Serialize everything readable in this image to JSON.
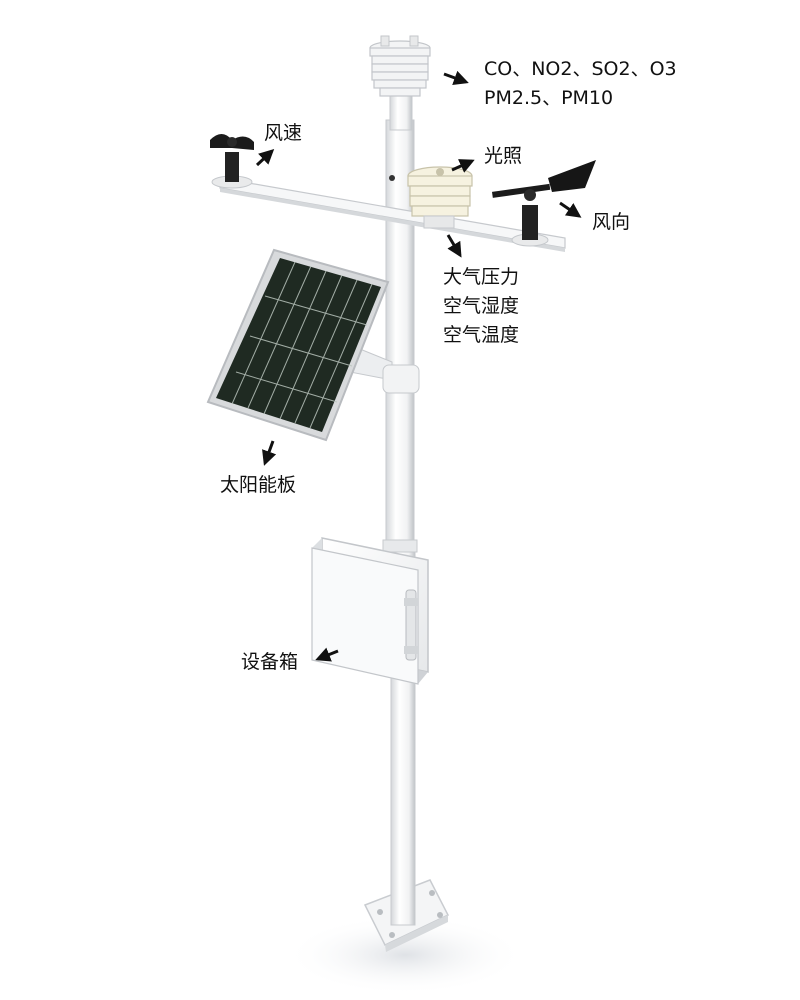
{
  "labels": {
    "air_quality": [
      "CO、NO2、SO2、O3",
      "PM2.5、PM10"
    ],
    "wind_speed": "风速",
    "light": "光照",
    "wind_direction": "风向",
    "atmosphere": [
      "大气压力",
      "空气湿度",
      "空气温度"
    ],
    "solar_panel": "太阳能板",
    "equipment_box": "设备箱"
  },
  "colors": {
    "label_text": "#111111",
    "pole": "#f2f3f4",
    "pole_shade": "#c9ccd0",
    "solar_cell": "#1f2a22",
    "solar_frame": "#d8dadc",
    "wind_sensor_dark": "#1b1b1b",
    "arrow": "#111111",
    "shadow": "#e9ebee"
  }
}
